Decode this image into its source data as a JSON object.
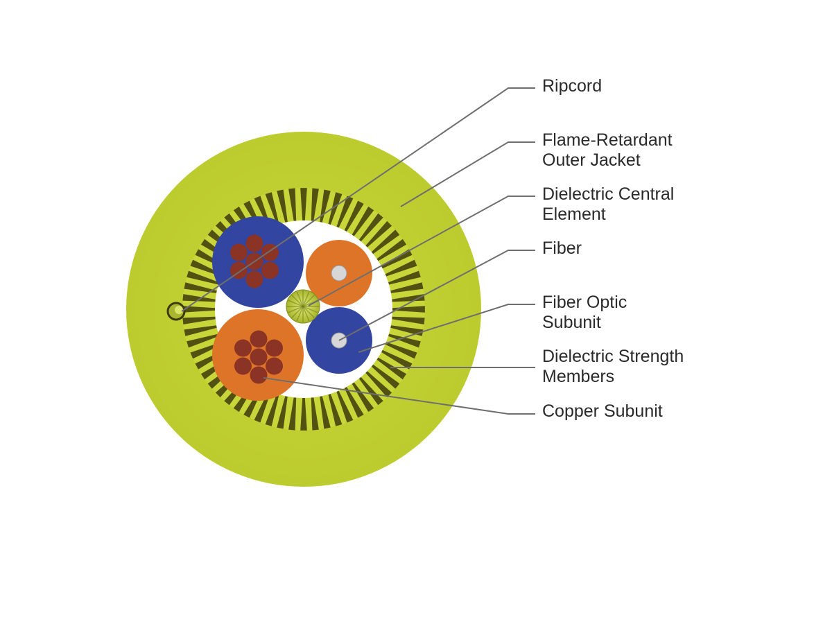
{
  "colors": {
    "outer_jacket": "#c7d535",
    "strength_dark": "#3e3a0c",
    "strength_light": "#c8d63a",
    "core_background": "#ffffff",
    "blue_subunit": "#3245a1",
    "orange_subunit": "#de7428",
    "copper_conductor": "#8b3324",
    "fiber_core": "#d7d7d7",
    "central_element": "#a6b52c",
    "leader_line": "#6e6e6e",
    "label_text": "#2a2a2a"
  },
  "labels": [
    {
      "id": "ripcord",
      "lines": [
        "Ripcord"
      ]
    },
    {
      "id": "outer-jacket",
      "lines": [
        "Flame-Retardant",
        "Outer Jacket"
      ]
    },
    {
      "id": "central-element",
      "lines": [
        "Dielectric Central",
        "Element"
      ]
    },
    {
      "id": "fiber",
      "lines": [
        "Fiber"
      ]
    },
    {
      "id": "fiber-optic-subunit",
      "lines": [
        "Fiber Optic",
        "Subunit"
      ]
    },
    {
      "id": "strength-members",
      "lines": [
        "Dielectric Strength",
        "Members"
      ]
    },
    {
      "id": "copper-subunit",
      "lines": [
        "Copper Subunit"
      ]
    }
  ]
}
